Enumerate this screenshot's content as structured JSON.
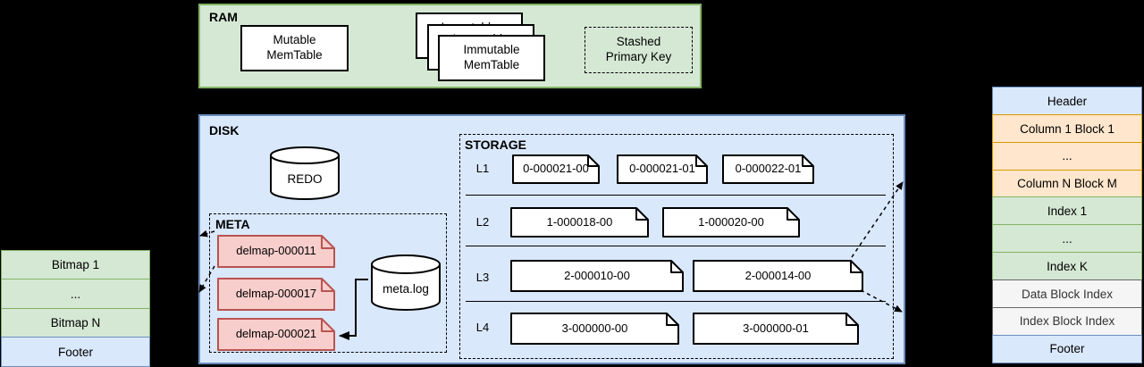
{
  "colors": {
    "green_fill": "#d5e8d4",
    "green_stroke": "#82b366",
    "blue_fill": "#dae8fc",
    "blue_stroke": "#6c8ebf",
    "red_fill": "#f8cecc",
    "red_stroke": "#b85450",
    "orange_fill": "#ffe6cc",
    "orange_stroke": "#d79b00",
    "gray_fill": "#f5f5f5",
    "gray_stroke": "#666666"
  },
  "ram": {
    "title": "RAM",
    "mutable_memtable": "Mutable\nMemTable",
    "immutable_memtable": "Immutable\nMemTable",
    "stashed_primary_key": "Stashed\nPrimary Key"
  },
  "disk": {
    "title": "DISK",
    "redo_label": "REDO",
    "meta": {
      "title": "META",
      "delmap_files": [
        "delmap-000011",
        "delmap-000017",
        "delmap-000021"
      ],
      "log_label": "meta.log"
    },
    "storage": {
      "title": "STORAGE",
      "levels": [
        {
          "label": "L1",
          "files": [
            "0-000021-00",
            "0-000021-01",
            "0-000022-01"
          ]
        },
        {
          "label": "L2",
          "files": [
            "1-000018-00",
            "1-000020-00"
          ]
        },
        {
          "label": "L3",
          "files": [
            "2-000010-00",
            "2-000014-00"
          ]
        },
        {
          "label": "L4",
          "files": [
            "3-000000-00",
            "3-000000-01"
          ]
        }
      ]
    }
  },
  "bitmap_layout": {
    "rows": [
      {
        "label": "Bitmap 1",
        "type": "green"
      },
      {
        "label": "...",
        "type": "green"
      },
      {
        "label": "Bitmap N",
        "type": "green"
      },
      {
        "label": "Footer",
        "type": "blue"
      }
    ]
  },
  "segment_layout": {
    "rows": [
      {
        "label": "Header",
        "type": "blue"
      },
      {
        "label": "Column 1 Block 1",
        "type": "orange"
      },
      {
        "label": "...",
        "type": "orange"
      },
      {
        "label": "Column N Block M",
        "type": "orange"
      },
      {
        "label": "Index 1",
        "type": "green"
      },
      {
        "label": "...",
        "type": "green"
      },
      {
        "label": "Index K",
        "type": "green"
      },
      {
        "label": "Data Block Index",
        "type": "gray"
      },
      {
        "label": "Index Block Index",
        "type": "gray"
      },
      {
        "label": "Footer",
        "type": "blue"
      }
    ]
  }
}
